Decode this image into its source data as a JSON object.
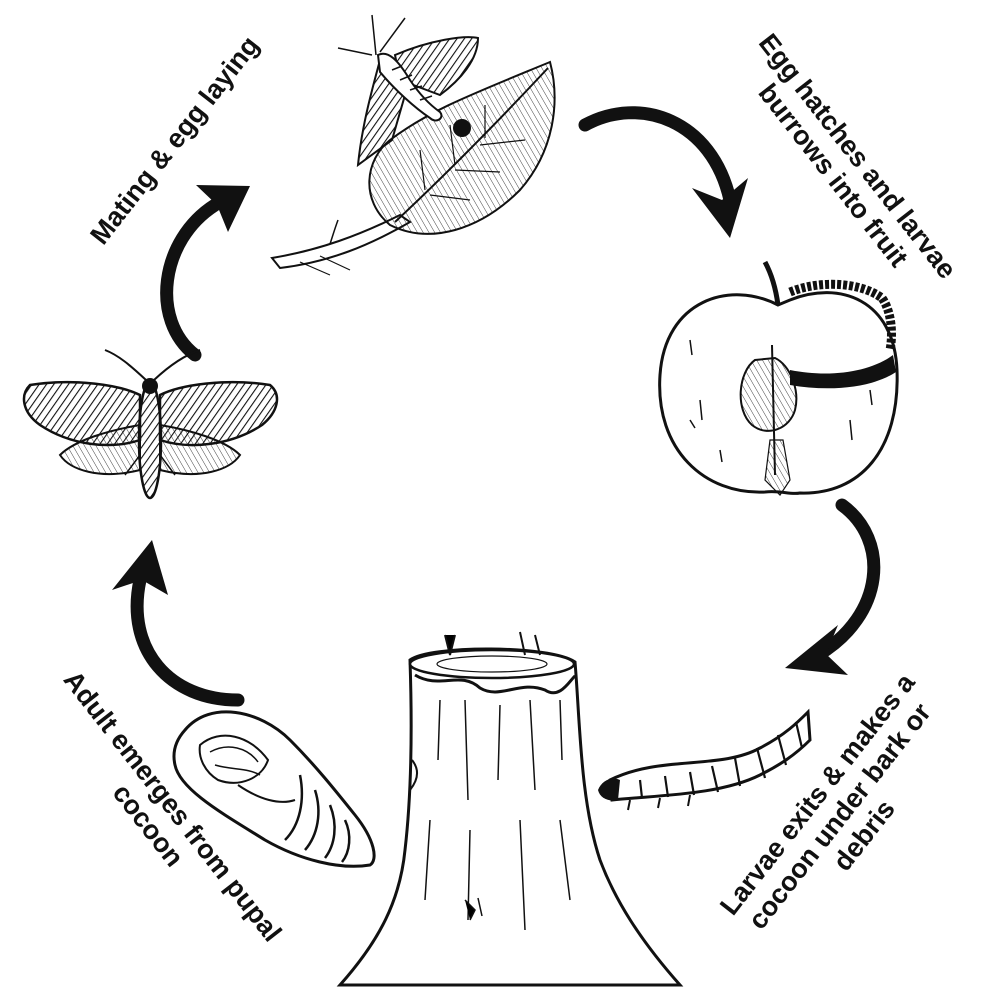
{
  "colors": {
    "ink": "#111111",
    "paper": "#ffffff",
    "shade": "#e8e8e8"
  },
  "stages": [
    {
      "id": "mating",
      "lines": [
        "Mating & egg laying"
      ],
      "icon": "moth-on-leaf-icon"
    },
    {
      "id": "hatch",
      "lines": [
        "Egg hatches and larvae",
        "burrows into fruit"
      ],
      "icon": "apple-with-larva-icon"
    },
    {
      "id": "exit",
      "lines": [
        "Larvae exits & makes a",
        "cocoon under bark or",
        "debris"
      ],
      "icon": "tree-stump-and-larva-icon"
    },
    {
      "id": "emerge",
      "lines": [
        "Adult emerges from pupal",
        "cocoon"
      ],
      "icon": "pupa-cocoon-icon"
    }
  ],
  "adult_icon": "adult-moth-icon"
}
